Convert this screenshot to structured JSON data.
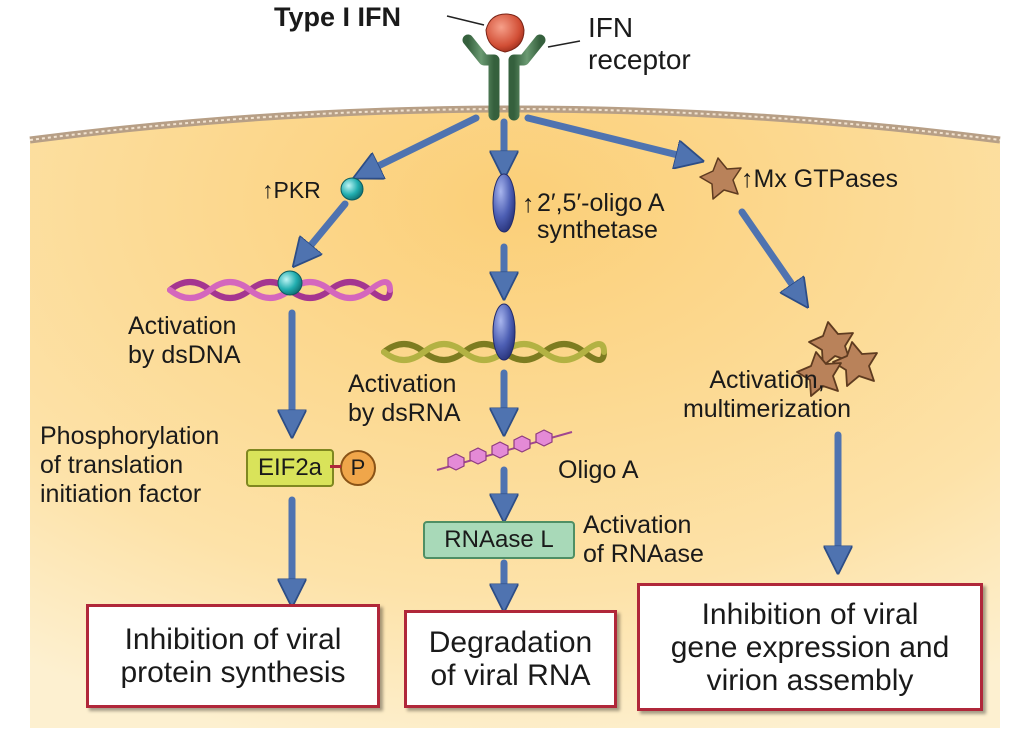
{
  "ligand_label": "Type I IFN",
  "receptor_label": "IFN\nreceptor",
  "pkr": {
    "label": "PKR",
    "arrow": "↑"
  },
  "oas": {
    "label": "2′,5′-oligo A\nsynthetase",
    "arrow": "↑"
  },
  "mx": {
    "label": "Mx GTPases",
    "arrow": "↑"
  },
  "left_path": {
    "activation": "Activation\nby dsDNA",
    "phosphorylation": "Phosphorylation\nof translation\ninitiation factor",
    "factor": "EIF2a",
    "phospho": "P",
    "outcome": "Inhibition of viral\nprotein synthesis"
  },
  "middle_path": {
    "activation": "Activation\nby dsRNA",
    "oligo": "Oligo A",
    "enzyme": "RNAase L",
    "enzyme_activation": "Activation\nof RNAase",
    "outcome": "Degradation\nof viral RNA"
  },
  "right_path": {
    "activation": "Activation,\nmultimerization",
    "outcome": "Inhibition of viral\ngene expression and\nvirion assembly"
  },
  "colors": {
    "cytoplasm": "#fbd98a",
    "arrow": "#4f73b0",
    "box_border": "#b0273a",
    "receptor": "#4e7a55",
    "ligand": "#d0533a",
    "pkr": "#2ab5b5",
    "oas": "#4f63b5",
    "mx_star": "#b9825a",
    "dsdna": "#c44aa8",
    "dsrna": "#9c9b2f",
    "eif2a": "#d9e35a",
    "phospho": "#f0a64a",
    "rnaase": "#a8d9b8",
    "oligo": "#e48ad6"
  }
}
